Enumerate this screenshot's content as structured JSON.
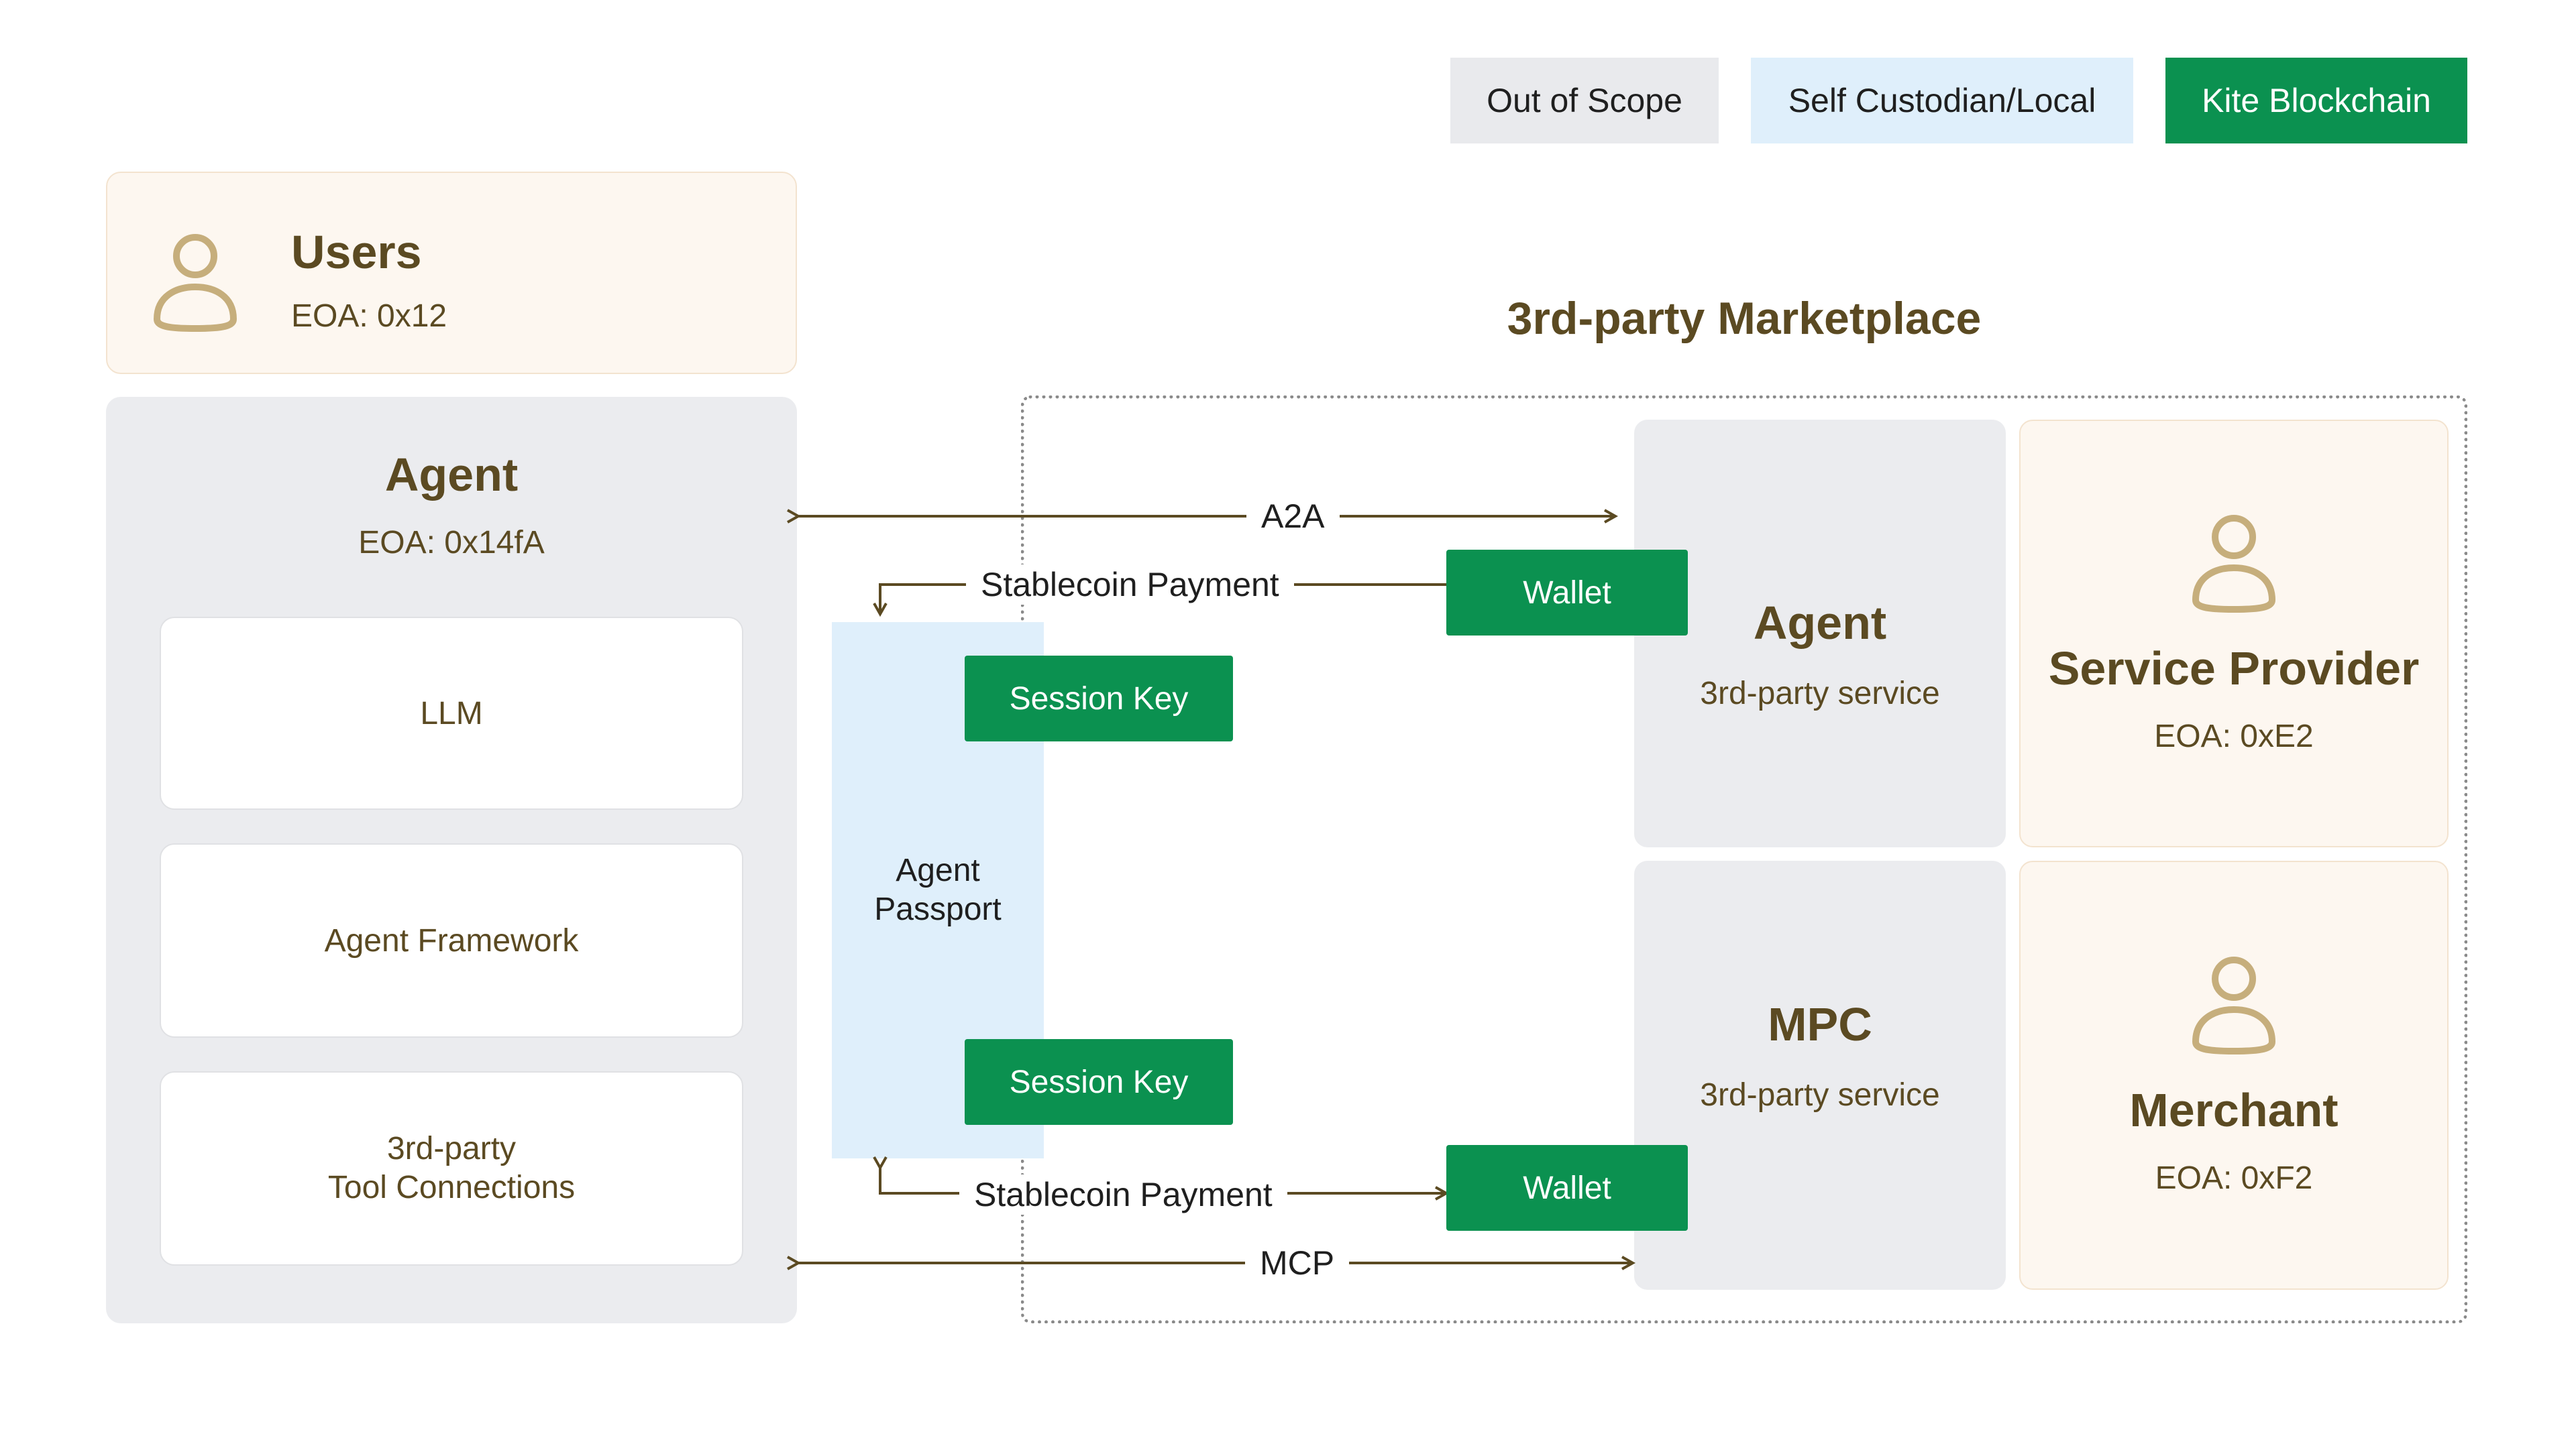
{
  "legend": {
    "out_of_scope": "Out of Scope",
    "self_custodian": "Self Custodian/Local",
    "kite_blockchain": "Kite Blockchain"
  },
  "users": {
    "title": "Users",
    "eoa": "EOA: 0x12"
  },
  "agent": {
    "title": "Agent",
    "eoa": "EOA: 0x14fA",
    "components": [
      "LLM",
      "Agent Framework",
      "3rd-party",
      "Tool Connections"
    ]
  },
  "passport": {
    "line1": "Agent",
    "line2": "Passport",
    "session_key": "Session Key"
  },
  "marketplace": {
    "title": "3rd-party Marketplace",
    "agent_service": {
      "title": "Agent",
      "sub": "3rd-party service"
    },
    "mpc_service": {
      "title": "MPC",
      "sub": "3rd-party service"
    },
    "service_provider": {
      "title": "Service Provider",
      "eoa": "EOA: 0xE2"
    },
    "merchant": {
      "title": "Merchant",
      "eoa": "EOA: 0xF2"
    },
    "wallet": "Wallet"
  },
  "edges": {
    "a2a": "A2A",
    "mcp": "MCP",
    "stablecoin_payment": "Stablecoin Payment"
  },
  "colors": {
    "kite_green": "#0b9150",
    "self_blue": "#dfeffb",
    "scope_grey": "#e9eaed",
    "user_beige": "#fdf7f0",
    "text_brown": "#5b4a22"
  }
}
